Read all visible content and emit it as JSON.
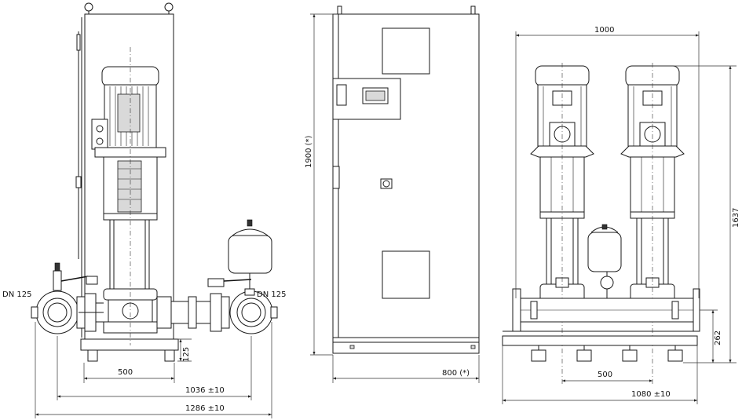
{
  "views": {
    "side": {
      "labels": {
        "dn_left": "DN 125",
        "dn_right": "DN 125",
        "dim_125": "125",
        "dim_500": "500",
        "dim_1036": "1036 ±10",
        "dim_1286": "1286 ±10"
      }
    },
    "cabinet": {
      "labels": {
        "dim_1900": "1900 (*)",
        "dim_800": "800 (*)"
      }
    },
    "front": {
      "labels": {
        "dim_1000": "1000",
        "dim_1637": "1637",
        "dim_262": "262",
        "dim_500": "500",
        "dim_1080": "1080 ±10"
      }
    }
  },
  "colors": {
    "line": "#1a1a1a",
    "background": "#ffffff"
  }
}
